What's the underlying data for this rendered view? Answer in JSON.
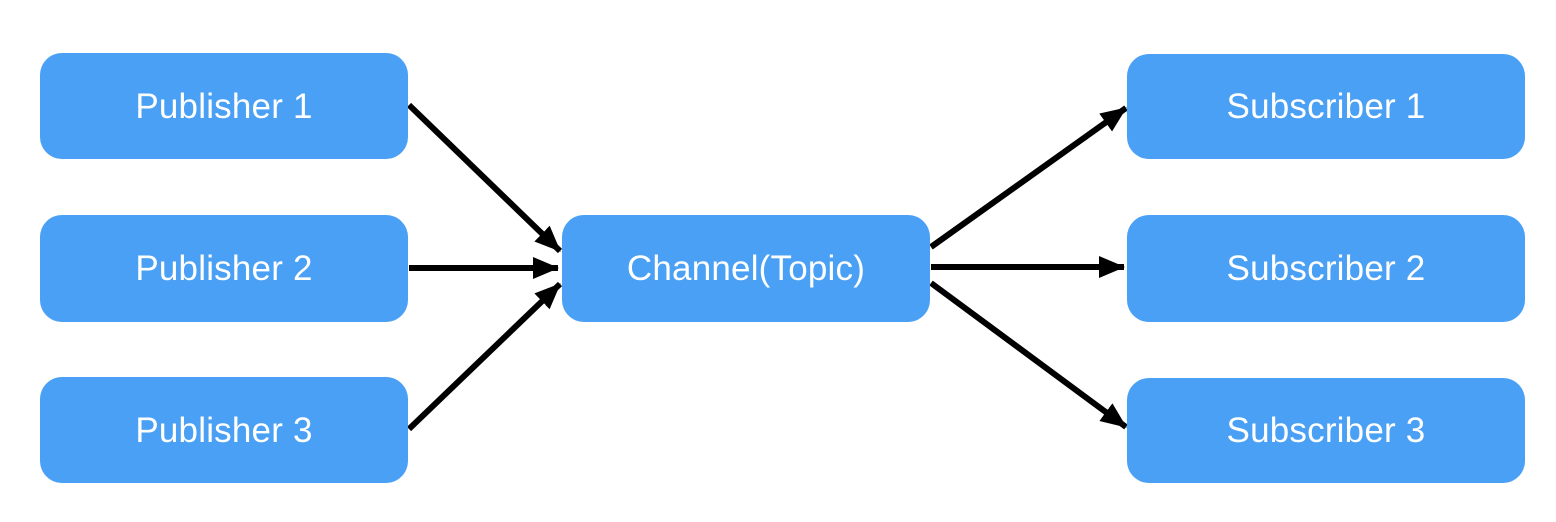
{
  "diagram": {
    "publishers": [
      {
        "label": "Publisher 1"
      },
      {
        "label": "Publisher 2"
      },
      {
        "label": "Publisher 3"
      }
    ],
    "channel": {
      "label": "Channel(Topic)"
    },
    "subscribers": [
      {
        "label": "Subscriber 1"
      },
      {
        "label": "Subscriber 2"
      },
      {
        "label": "Subscriber 3"
      }
    ],
    "edges": [
      {
        "from": "publisher-1",
        "to": "channel"
      },
      {
        "from": "publisher-2",
        "to": "channel"
      },
      {
        "from": "publisher-3",
        "to": "channel"
      },
      {
        "from": "channel",
        "to": "subscriber-1"
      },
      {
        "from": "channel",
        "to": "subscriber-2"
      },
      {
        "from": "channel",
        "to": "subscriber-3"
      }
    ],
    "colors": {
      "node_fill": "#4AA0F4",
      "node_text": "#FFFFFF",
      "arrow_color": "#000000",
      "background": "#FFFFFF"
    }
  }
}
